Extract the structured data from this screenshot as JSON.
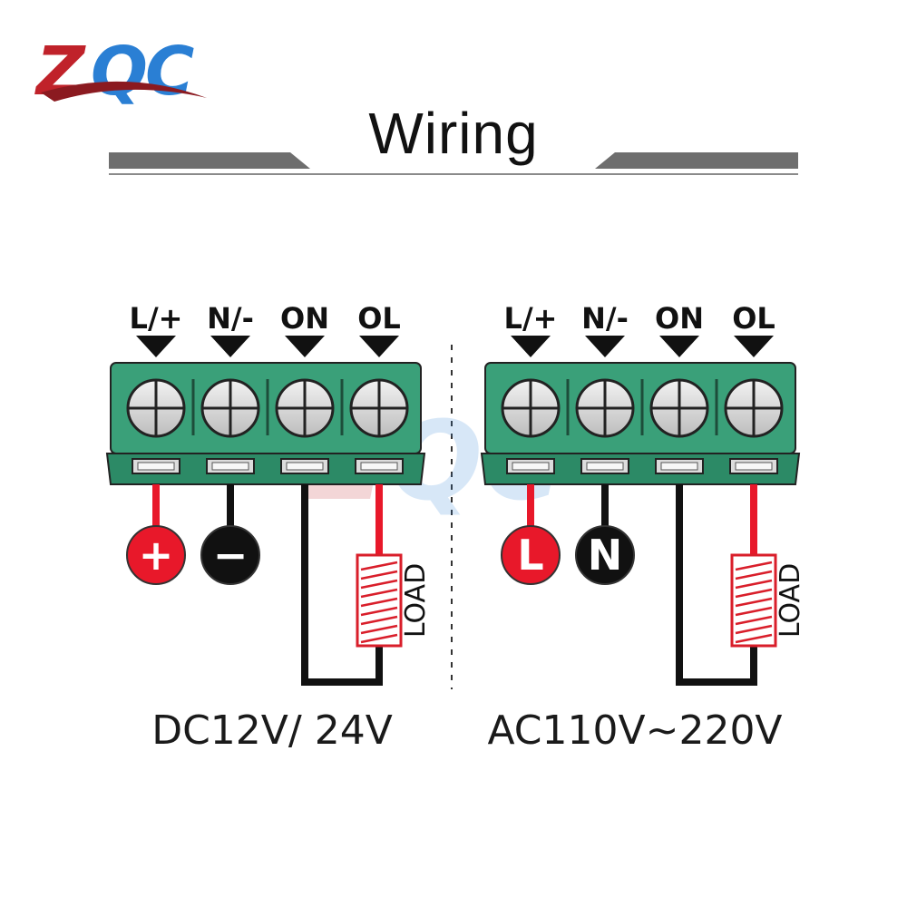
{
  "logo": {
    "text": "ZQC",
    "colors": {
      "z": "#c0222a",
      "q": "#2a7fd4",
      "c": "#2a7fd4",
      "swoosh": "#8b1a20"
    }
  },
  "title": "Wiring",
  "left_block": {
    "terminals": [
      "L/+",
      "N/-",
      "ON",
      "OL"
    ],
    "supply_pos": "+",
    "supply_neg": "−",
    "load_label": "LOAD",
    "caption": "DC12V/ 24V"
  },
  "right_block": {
    "terminals": [
      "L/+",
      "N/-",
      "ON",
      "OL"
    ],
    "supply_pos": "L",
    "supply_neg": "N",
    "load_label": "LOAD",
    "caption": "AC110V~220V"
  },
  "colors": {
    "terminal_green": "#3aa079",
    "terminal_dark": "#2c8a66",
    "wire_red": "#e8182a",
    "wire_black": "#111111",
    "load_red": "#d91e2a",
    "bar_gray": "#6e6e6e"
  }
}
